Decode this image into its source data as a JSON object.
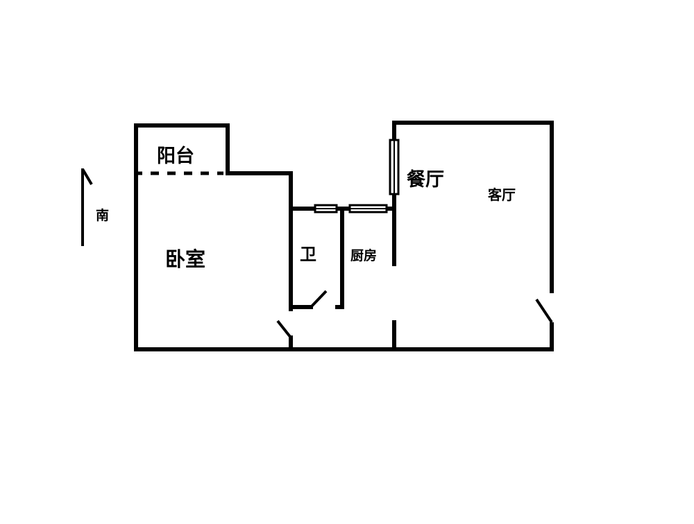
{
  "plan": {
    "rooms": {
      "balcony": "阳台",
      "bedroom": "卧室",
      "bathroom": "卫",
      "kitchen": "厨房",
      "dining": "餐厅",
      "living": "客厅"
    },
    "orientation_label": "南"
  },
  "colors": {
    "line": "#000000",
    "background": "#ffffff"
  }
}
